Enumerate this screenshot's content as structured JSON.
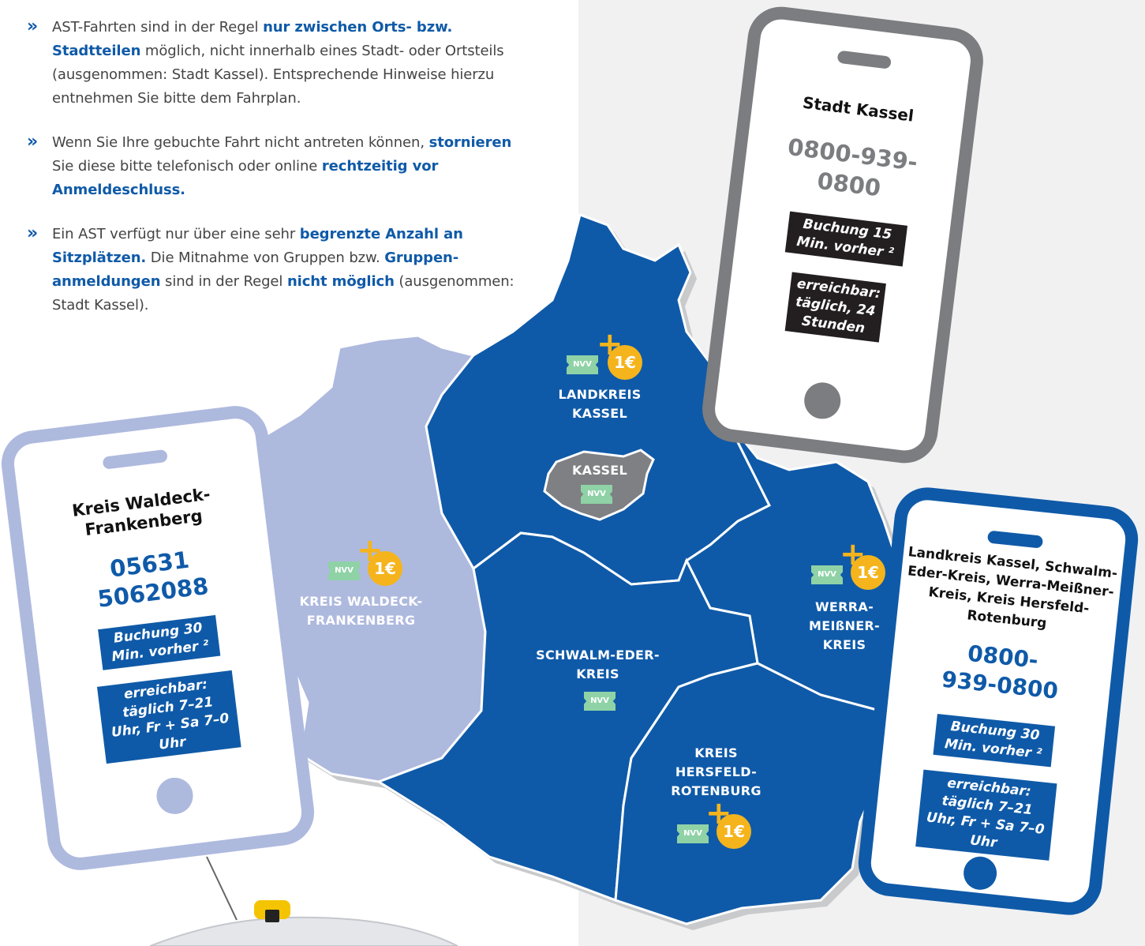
{
  "bullets": [
    {
      "parts": [
        {
          "t": "AST-Fahrten sind in der Regel "
        },
        {
          "t": "nur zwischen Orts- bzw. Stadtteilen",
          "b": true
        },
        {
          "t": " möglich, nicht innerhalb eines Stadt- oder Ortsteils (ausgenommen: Stadt Kassel). Entsprechende Hinweise hierzu entnehmen Sie bitte dem Fahrplan."
        }
      ]
    },
    {
      "parts": [
        {
          "t": "Wenn Sie Ihre gebuchte Fahrt nicht antreten können, "
        },
        {
          "t": "stornieren",
          "b": true
        },
        {
          "t": " Sie diese bitte telefonisch oder online "
        },
        {
          "t": "rechtzeitig vor Anmeldeschluss.",
          "b": true
        }
      ]
    },
    {
      "parts": [
        {
          "t": "Ein AST verfügt nur über eine sehr "
        },
        {
          "t": "begrenzte Anzahl an Sitzplätzen.",
          "b": true
        },
        {
          "t": " Die Mitnahme von Gruppen bzw. "
        },
        {
          "t": "Gruppen-anmeldungen",
          "b": true
        },
        {
          "t": " sind in der Regel "
        },
        {
          "t": "nicht möglich",
          "b": true
        },
        {
          "t": " (ausgenommen: Stadt Kassel)."
        }
      ]
    }
  ],
  "bullet_mark": "»",
  "ticket_text": "NVV",
  "euro_text": "1€",
  "plus_text": "+",
  "regions": {
    "landkreis_kassel": "LANDKREIS KASSEL",
    "kassel": "KASSEL",
    "waldeck": "KREIS WALDECK-FRANKENBERG",
    "schwalm": "SCHWALM-EDER-KREIS",
    "werra": "WERRA-MEIßNER-KREIS",
    "hersfeld": "KREIS HERSFELD-ROTENBURG"
  },
  "phones": {
    "waldeck": {
      "title": "Kreis Waldeck-Frankenberg",
      "number": "05631 5062088",
      "booking": "Buchung 30 Min. vorher ²",
      "hours": "erreichbar: täglich 7–21 Uhr, Fr + Sa 7–0 Uhr"
    },
    "kassel": {
      "title": "Stadt Kassel",
      "number": "0800-939-0800",
      "booking": "Buchung 15 Min. vorher ²",
      "hours": "erreichbar: täglich, 24 Stunden"
    },
    "combined": {
      "title": "Landkreis Kassel, Schwalm-Eder-Kreis, Werra-Meißner-Kreis, Kreis Hersfeld-Rotenburg",
      "number": "0800-939-0800",
      "booking": "Buchung 30 Min. vorher ²",
      "hours": "erreichbar: täglich 7–21 Uhr, Fr + Sa 7–0 Uhr"
    }
  },
  "colors": {
    "dark_blue": "#0f5aa8",
    "light_blue": "#aeb9de",
    "gray": "#7c7d80",
    "kassel_gray": "#7f8083",
    "gold": "#f5b41c",
    "ticket_green": "#8fd2a6",
    "black_box": "#231f20"
  }
}
